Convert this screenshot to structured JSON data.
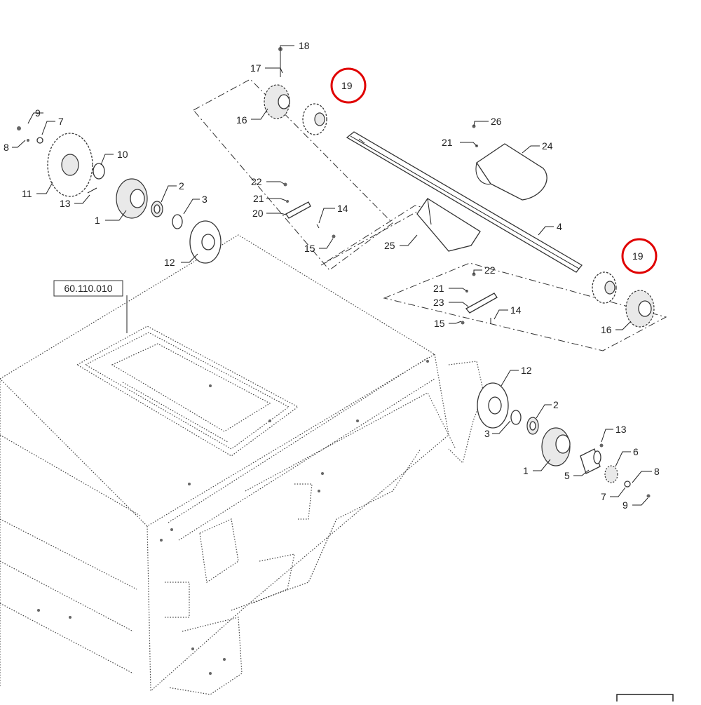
{
  "diagram": {
    "reference_box": "60.110.010",
    "highlight_color": "#e00000",
    "callouts": {
      "c18": "18",
      "c17": "17",
      "c16a": "16",
      "c19a": "19",
      "c9a": "9",
      "c7a": "7",
      "c8a": "8",
      "c11": "11",
      "c10": "10",
      "c13a": "13",
      "c1a": "1",
      "c2a": "2",
      "c3a": "3",
      "c12a": "12",
      "c22a": "22",
      "c21a": "21",
      "c20": "20",
      "c14a": "14",
      "c15a": "15",
      "c26": "26",
      "c21b": "21",
      "c24": "24",
      "c4": "4",
      "c25": "25",
      "c19b": "19",
      "c22b": "22",
      "c21c": "21",
      "c23": "23",
      "c15b": "15",
      "c14b": "14",
      "c16b": "16",
      "c12b": "12",
      "c2b": "2",
      "c3b": "3",
      "c13b": "13",
      "c6": "6",
      "c1b": "1",
      "c5": "5",
      "c8b": "8",
      "c7b": "7",
      "c9b": "9"
    }
  }
}
